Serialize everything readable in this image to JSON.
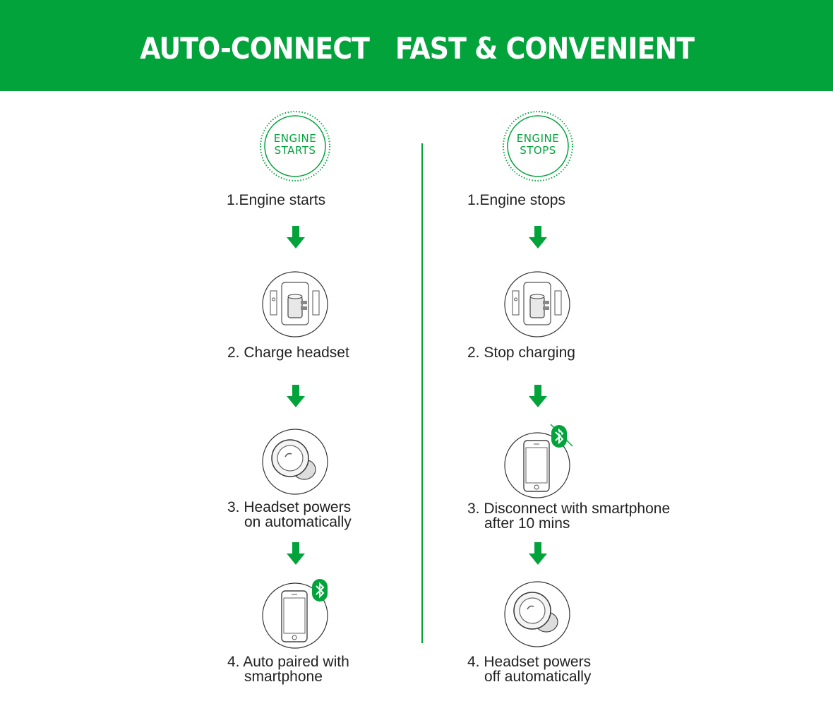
{
  "header": {
    "title": "AUTO-CONNECT   FAST & CONVENIENT"
  },
  "left": {
    "badge": {
      "line1": "ENGINE",
      "line2": "STARTS"
    },
    "steps": [
      {
        "label": "1.Engine starts"
      },
      {
        "label": "2. Charge headset"
      },
      {
        "label": "3. Headset powers",
        "label2": "on automatically"
      },
      {
        "label": "4. Auto paired with",
        "label2": "smartphone"
      }
    ]
  },
  "right": {
    "badge": {
      "line1": "ENGINE",
      "line2": "STOPS"
    },
    "steps": [
      {
        "label": "1.Engine stops"
      },
      {
        "label": "2. Stop charging"
      },
      {
        "label": "3. Disconnect with smartphone",
        "label2": "after 10 mins"
      },
      {
        "label": "4. Headset powers",
        "label2": "off automatically"
      }
    ]
  },
  "icons": {
    "badge": "dotted-circle-badge",
    "arrow": "down-arrow-icon",
    "charger": "car-charger-icon",
    "headset": "bluetooth-headset-icon",
    "phone": "smartphone-icon",
    "bluetooth": "bluetooth-icon",
    "bluetooth_off": "bluetooth-disconnected-icon"
  },
  "colors": {
    "accent": "#03a33c",
    "text": "#222222",
    "background": "#ffffff"
  }
}
